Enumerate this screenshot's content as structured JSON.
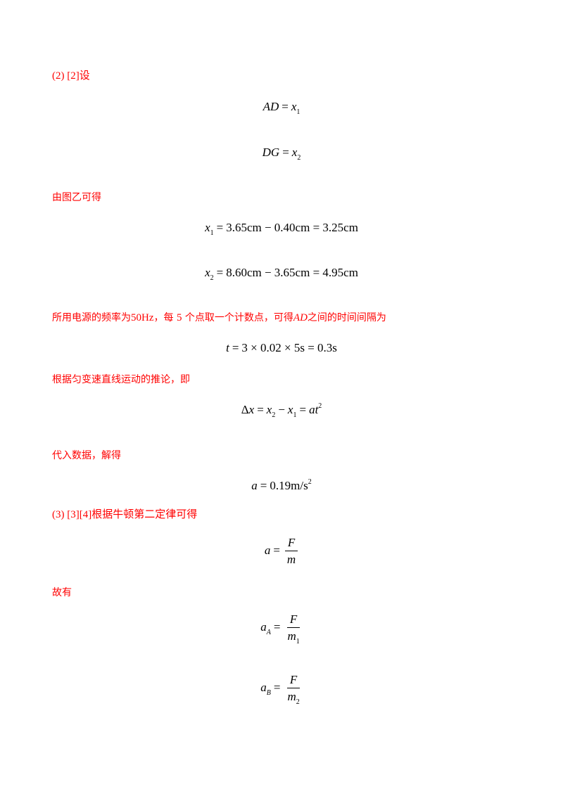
{
  "paragraphs": {
    "p1": "(2) [2]设",
    "p2": "由图乙可得",
    "p3_a": "所用电源的频率为",
    "p3_b": "50Hz",
    "p3_c": "，每",
    "p3_d": "5",
    "p3_e": "个点取一个计数点，可得",
    "p3_f": "AD",
    "p3_g": "之间的时间间隔为",
    "p4": "根据匀变速直线运动的推论，即",
    "p5": "代入数据，解得",
    "p6": "(3) [3][4]根据牛顿第二定律可得",
    "p7": "故有"
  },
  "equations": {
    "eq1": {
      "lhs": "AD",
      "op": "=",
      "var": "x",
      "sub": "1"
    },
    "eq2": {
      "lhs": "DG",
      "op": "=",
      "var": "x",
      "sub": "2"
    },
    "eq3": {
      "var": "x",
      "sub": "1",
      "rhs": "3.65cm − 0.40cm = 3.25cm"
    },
    "eq4": {
      "var": "x",
      "sub": "2",
      "rhs": "8.60cm − 3.65cm = 4.95cm"
    },
    "eq5": {
      "t": "t",
      "rhs": "3 × 0.02 × 5s = 0.3s"
    },
    "eq6": {
      "delta": "Δ",
      "x": "x",
      "x2": "x",
      "x2sub": "2",
      "minus": "−",
      "x1": "x",
      "x1sub": "1",
      "a": "a",
      "t": "t",
      "exp": "2"
    },
    "eq7": {
      "a": "a",
      "rhs": "0.19m/s",
      "exp": "2"
    },
    "eq8": {
      "a": "a",
      "num": "F",
      "den": "m"
    },
    "eq9": {
      "a": "a",
      "asub": "A",
      "num": "F",
      "den": "m",
      "densub": "1"
    },
    "eq10": {
      "a": "a",
      "asub": "B",
      "num": "F",
      "den": "m",
      "densub": "2"
    }
  }
}
